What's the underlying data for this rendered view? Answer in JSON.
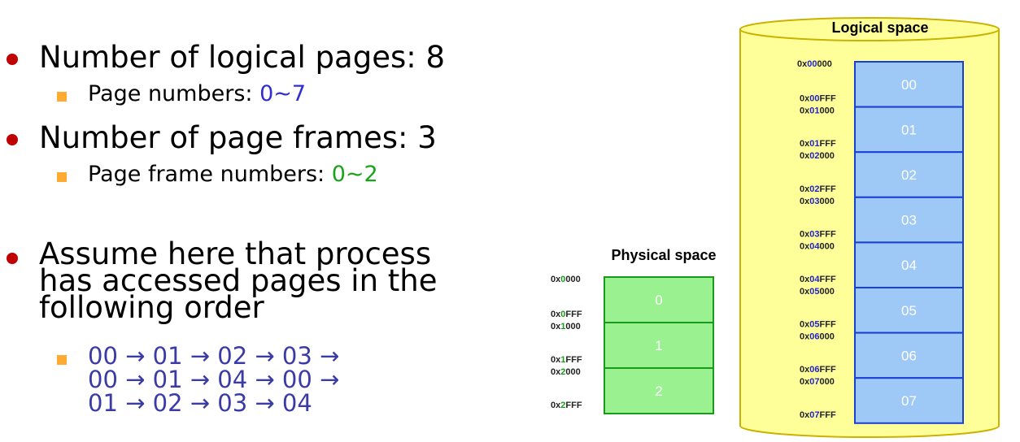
{
  "bullets": {
    "logical_pages": {
      "label": "Number of logical pages: 8",
      "sub_prefix": "Page numbers: ",
      "sub_range": "0∼7"
    },
    "page_frames": {
      "label": "Number of page frames: 3",
      "sub_prefix": "Page frame numbers: ",
      "sub_range": "0∼2"
    },
    "assumption": {
      "lines": [
        "Assume here that process",
        "has accessed pages in the",
        "following order"
      ],
      "sequence": [
        "00 → 01 → 02 → 03 →",
        "00 → 01 → 04 → 00 →",
        "01 → 02 → 03 → 04"
      ]
    }
  },
  "physical_space": {
    "title": "Physical space",
    "frames": [
      "0",
      "1",
      "2"
    ],
    "addresses": [
      {
        "pre": "0x",
        "hl": "0",
        "post": "000"
      },
      {
        "pre": "0x",
        "hl": "0",
        "post": "FFF"
      },
      {
        "pre": "0x",
        "hl": "1",
        "post": "000"
      },
      {
        "pre": "0x",
        "hl": "1",
        "post": "FFF"
      },
      {
        "pre": "0x",
        "hl": "2",
        "post": "000"
      },
      {
        "pre": "0x",
        "hl": "2",
        "post": "FFF"
      }
    ]
  },
  "logical_space": {
    "title": "Logical space",
    "pages": [
      "00",
      "01",
      "02",
      "03",
      "04",
      "05",
      "06",
      "07"
    ],
    "addresses": [
      {
        "pre": "0x",
        "hl": "00",
        "post": "000"
      },
      {
        "pre": "0x",
        "hl": "00",
        "post": "FFF"
      },
      {
        "pre": "0x",
        "hl": "01",
        "post": "000"
      },
      {
        "pre": "0x",
        "hl": "01",
        "post": "FFF"
      },
      {
        "pre": "0x",
        "hl": "02",
        "post": "000"
      },
      {
        "pre": "0x",
        "hl": "02",
        "post": "FFF"
      },
      {
        "pre": "0x",
        "hl": "03",
        "post": "000"
      },
      {
        "pre": "0x",
        "hl": "03",
        "post": "FFF"
      },
      {
        "pre": "0x",
        "hl": "04",
        "post": "000"
      },
      {
        "pre": "0x",
        "hl": "04",
        "post": "FFF"
      },
      {
        "pre": "0x",
        "hl": "05",
        "post": "000"
      },
      {
        "pre": "0x",
        "hl": "05",
        "post": "FFF"
      },
      {
        "pre": "0x",
        "hl": "06",
        "post": "000"
      },
      {
        "pre": "0x",
        "hl": "06",
        "post": "FFF"
      },
      {
        "pre": "0x",
        "hl": "07",
        "post": "000"
      },
      {
        "pre": "0x",
        "hl": "07",
        "post": "FFF"
      }
    ]
  },
  "colors": {
    "bullet_dot": "#c00000",
    "sub_bullet": "#ffaa33",
    "page_range": "#2f2fcf",
    "frame_range": "#19a319",
    "logical_cell_fill": "#9ec8f5",
    "logical_cell_border": "#1a3fd6",
    "physical_cell_fill": "#99f28f",
    "physical_cell_border": "#1a9a1a",
    "cylinder_fill": "#ffff99"
  }
}
